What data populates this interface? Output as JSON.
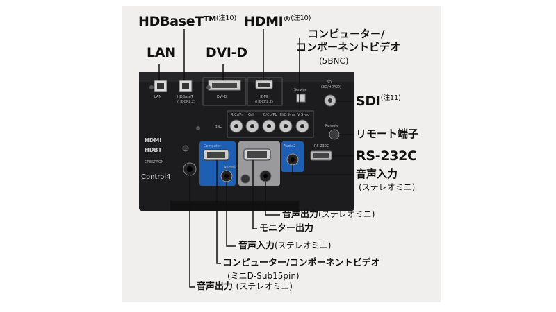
{
  "labels": {
    "hdbaset": "HDBaseT",
    "hdbaset_tm": "TM",
    "hdbaset_note": "(注10)",
    "hdmi": "HDMI",
    "hdmi_reg": "®",
    "hdmi_note": "(注10)",
    "lan": "LAN",
    "dvid": "DVI-D",
    "computer_component_line1": "コンピューター/",
    "computer_component_line2": "コンポーネントビデオ",
    "bnc_note": "(5BNC)",
    "sdi": "SDI",
    "sdi_note": "(注11)",
    "remote": "リモート端子",
    "rs232c": "RS-232C",
    "audio_in_right": "音声入力",
    "audio_in_right_sub": "(ステレオミニ)",
    "audio_out_upper": "音声出力",
    "audio_out_upper_sub": "(ステレオミニ)",
    "monitor_out": "モニター出力",
    "audio_in_lower": "音声入力",
    "audio_in_lower_sub": "(ステレオミニ)",
    "computer_component_bottom": "コンピューター/コンポーネントビデオ",
    "mini_dsub": "(ミニD-Sub15pin)",
    "audio_out_lower": "音声出力",
    "audio_out_lower_sub": "(ステレオミニ)"
  },
  "panel_marks": {
    "lan_port": "LAN",
    "hdbaset_port": "HDBaseT",
    "hdbaset_port_sub": "(HDCP2.2)",
    "dvid_port": "DVI-D",
    "hdmi_port": "HDMI",
    "hdmi_port_sub": "(HDCP2.2)",
    "service_port": "Service",
    "sdi_port": "SDI",
    "sdi_port_sub": "(3G/HD/SD)",
    "bnc_row": "BNC",
    "bnc_ports": [
      "R/Cr/Pr",
      "G/Y",
      "B/Cb/Pb",
      "H/C Sync",
      "V Sync"
    ],
    "remote_port": "Remote",
    "rs232_port": "RS-232C",
    "computer_port": "Computer",
    "audio1_port": "Audio1",
    "audio2_port": "Audio2",
    "logo_hdmi": "HDMI",
    "logo_hdbt": "HDBT",
    "logo_crestron": "CRESTRON",
    "logo_control4": "Control4"
  },
  "colors": {
    "panel": "#1c1c1e",
    "blue_plate": "#1f5fb3",
    "grey_plate": "#9a9a9c",
    "line": "#111111"
  }
}
